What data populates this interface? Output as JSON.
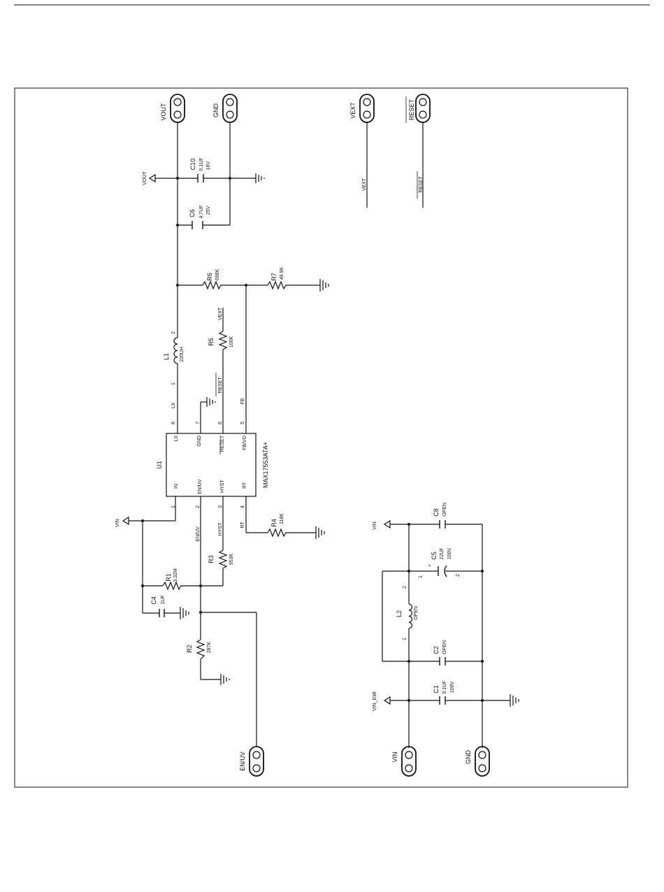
{
  "ic": {
    "ref": "U1",
    "part": "MAX17553ATA+",
    "pins": {
      "p1": {
        "num": "1",
        "name": "IN"
      },
      "p2": {
        "num": "2",
        "name": "EN/UV"
      },
      "p3": {
        "num": "3",
        "name": "HYST"
      },
      "p4": {
        "num": "4",
        "name": "RT"
      },
      "p5": {
        "num": "5",
        "name": "FB/VO"
      },
      "p6": {
        "num": "6",
        "name": "RESET"
      },
      "p7": {
        "num": "7",
        "name": "GND"
      },
      "p8": {
        "num": "8",
        "name": "LX"
      }
    }
  },
  "parts": {
    "r1": {
      "ref": "R1",
      "val": "3.32M"
    },
    "r2": {
      "ref": "R2",
      "val": "287K"
    },
    "r3": {
      "ref": "R3",
      "val": "953K"
    },
    "r4": {
      "ref": "R4",
      "val": "118K"
    },
    "r5": {
      "ref": "R5",
      "val": "100K"
    },
    "r6": {
      "ref": "R6",
      "val": "698K"
    },
    "r7": {
      "ref": "R7",
      "val": "49.9K"
    },
    "c1": {
      "ref": "C1",
      "val": "0.1UF",
      "v": "100V"
    },
    "c2": {
      "ref": "C2",
      "val": "OPEN"
    },
    "c4": {
      "ref": "C4",
      "val": "1UF"
    },
    "c5": {
      "ref": "C5",
      "val": "22UF",
      "v": "100V"
    },
    "c6": {
      "ref": "C6",
      "val": "4.7UF",
      "v": "25V"
    },
    "c8": {
      "ref": "C8",
      "val": "OPEN"
    },
    "c10": {
      "ref": "C10",
      "val": "0.1UF",
      "v": "16V"
    },
    "l1": {
      "ref": "L1",
      "val": "220UH"
    },
    "l2": {
      "ref": "L2",
      "val": "OPEN"
    }
  },
  "nets": {
    "vout": "VOUT",
    "vin": "VIN",
    "vin_emi": "VIN_EMI",
    "vext": "VEXT",
    "reset": "RESET",
    "lx": "LX",
    "fb": "FB",
    "rt": "RT",
    "hyst": "HYST",
    "enuv": "EN/UV"
  },
  "connectors": {
    "vout": "VOUT",
    "gnd_top": "GND",
    "vext": "VEXT",
    "reset": "RESET",
    "enuv": "EN/UV",
    "vin": "VIN",
    "gnd_bottom": "GND"
  },
  "pin_nums": {
    "one": "1",
    "two": "2",
    "plus": "+"
  }
}
